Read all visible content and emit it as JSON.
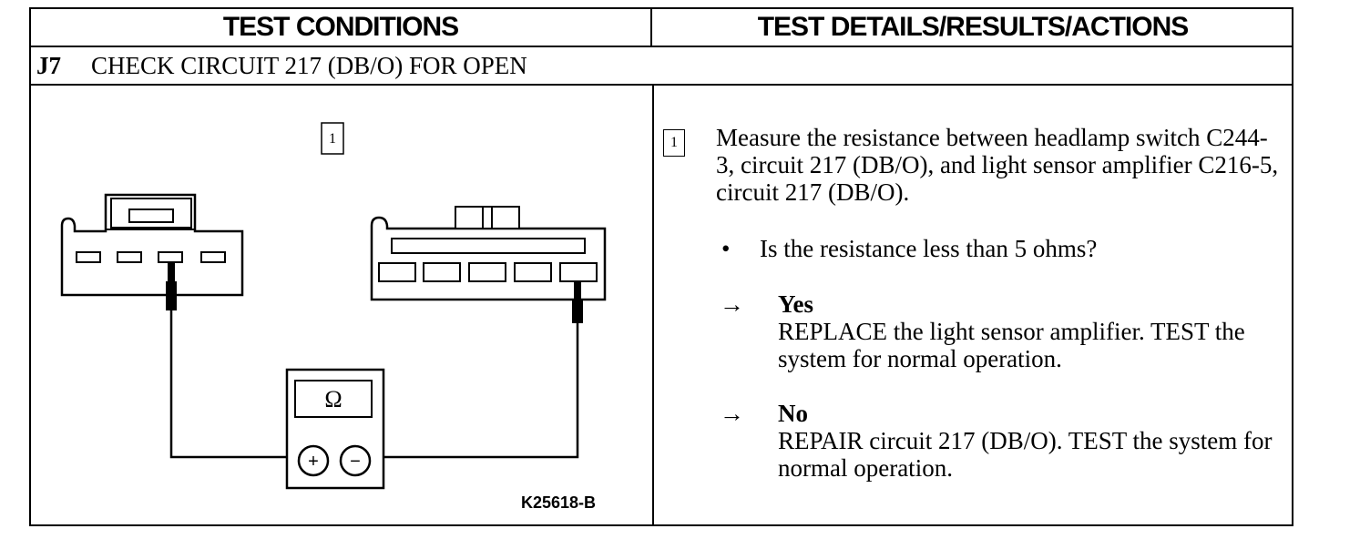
{
  "header": {
    "left": "TEST CONDITIONS",
    "right": "TEST DETAILS/RESULTS/ACTIONS"
  },
  "step": {
    "number": "J7",
    "title": "CHECK CIRCUIT 217 (DB/O) FOR OPEN"
  },
  "diagram": {
    "callout": "1",
    "meter_symbol": "Ω",
    "plus": "+",
    "minus": "−",
    "figure_id": "K25618-B"
  },
  "details": {
    "callout": "1",
    "instruction": "Measure the resistance between headlamp switch C244-3, circuit 217 (DB/O), and light sensor amplifier C216-5, circuit 217 (DB/O).",
    "bullet": "•",
    "question": "Is the resistance less than 5 ohms?",
    "results": [
      {
        "arrow": "→",
        "answer": "Yes",
        "action": "REPLACE the light sensor amplifier. TEST the system for normal operation."
      },
      {
        "arrow": "→",
        "answer": "No",
        "action": "REPAIR circuit 217 (DB/O). TEST the system for normal operation."
      }
    ]
  }
}
